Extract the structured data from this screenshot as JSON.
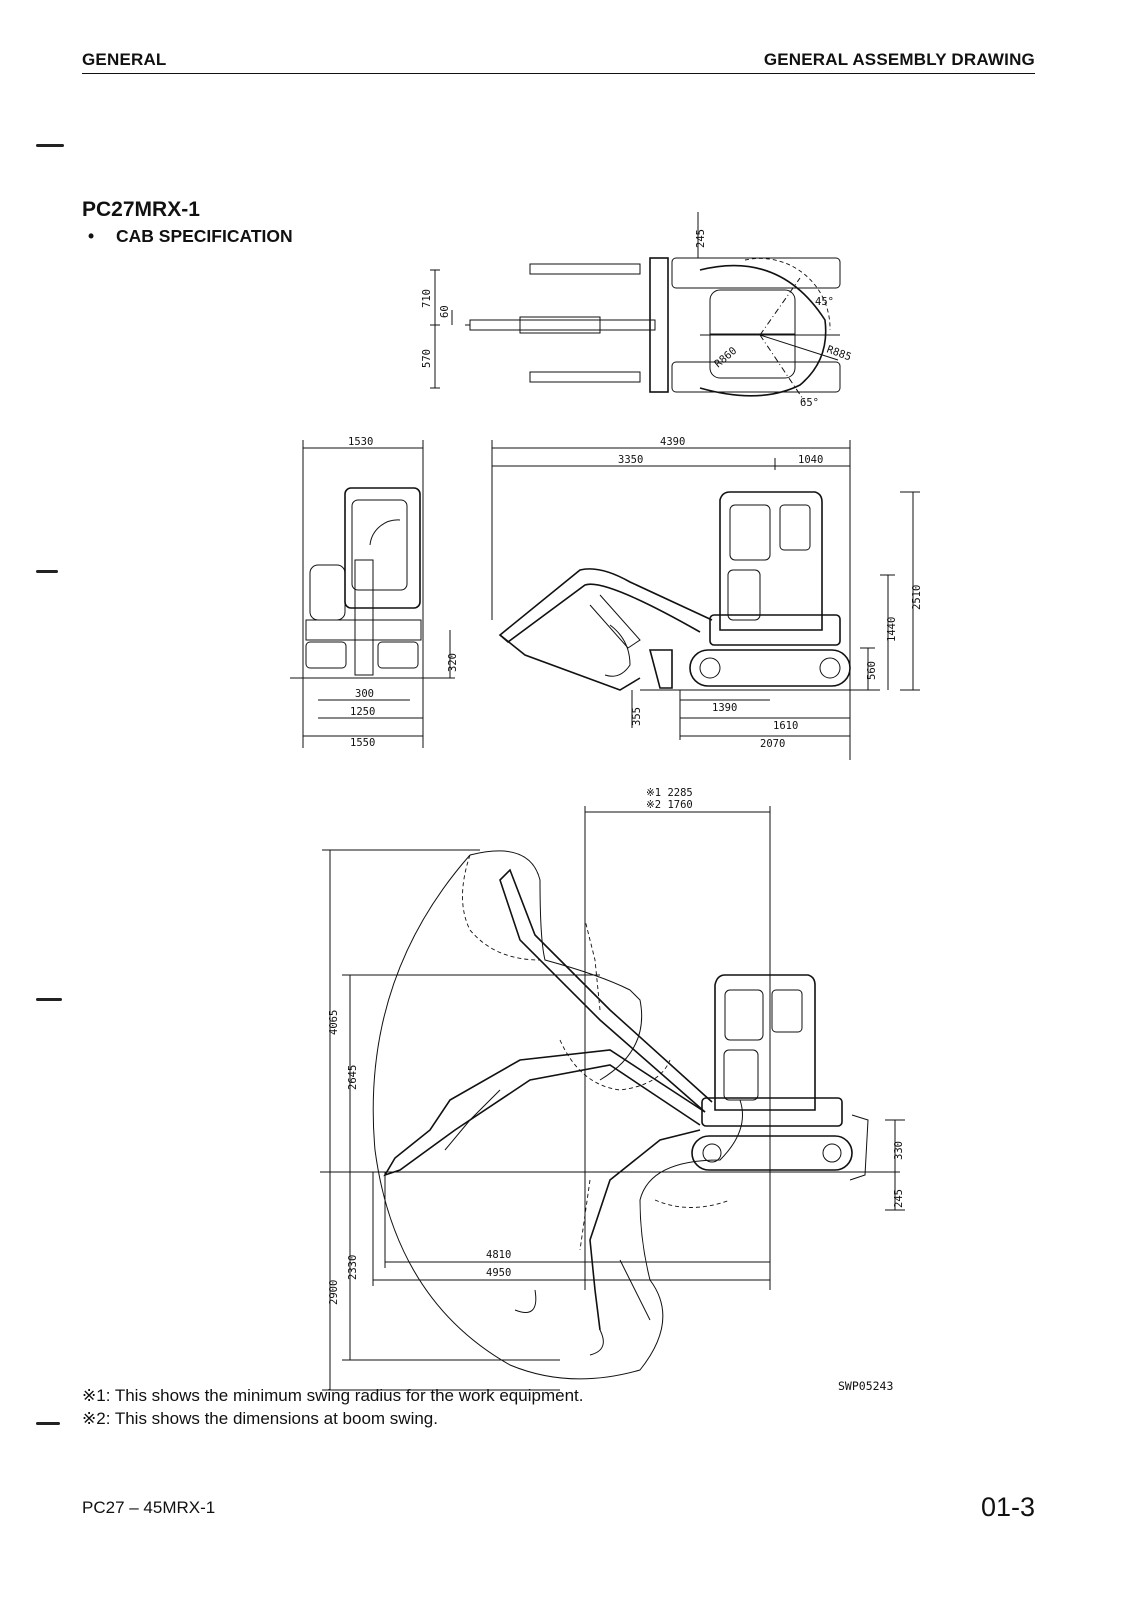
{
  "header": {
    "left": "GENERAL",
    "right": "GENERAL ASSEMBLY DRAWING"
  },
  "model": "PC27MRX-1",
  "section_bullet": "CAB SPECIFICATION",
  "top_view": {
    "dims": [
      "245",
      "710",
      "60",
      "570",
      "R860",
      "R885",
      "45°",
      "65°"
    ]
  },
  "front_view": {
    "dims": [
      "1530",
      "320",
      "300",
      "1250",
      "1550"
    ]
  },
  "side_view": {
    "dims": [
      "4390",
      "3350",
      "1040",
      "2510",
      "1440",
      "560",
      "355",
      "1390",
      "1610",
      "2070"
    ]
  },
  "range_view": {
    "note1_dim": "※1  2285",
    "note2_dim": "※2  1760",
    "dims": [
      "4065",
      "2645",
      "2900",
      "2330",
      "4810",
      "4950",
      "330",
      "245"
    ]
  },
  "figure_code": "SWP05243",
  "notes": [
    "※1: This shows the minimum swing radius for the work equipment.",
    "※2: This shows the dimensions at boom swing."
  ],
  "footer": {
    "left": "PC27 – 45MRX-1",
    "right": "01-3"
  }
}
